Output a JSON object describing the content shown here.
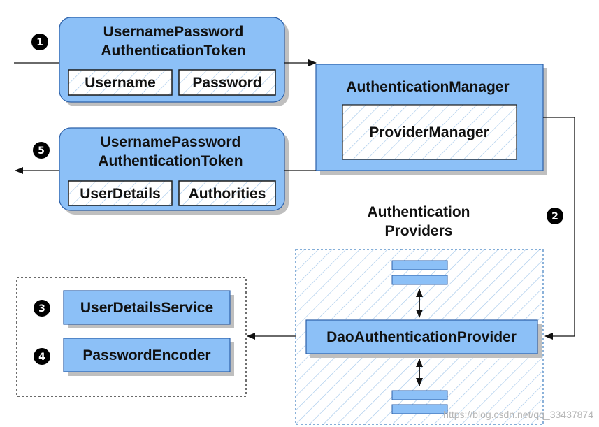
{
  "token_in": {
    "title_line1": "UsernamePassword",
    "title_line2": "AuthenticationToken",
    "field1": "Username",
    "field2": "Password",
    "step": "1"
  },
  "token_out": {
    "title_line1": "UsernamePassword",
    "title_line2": "AuthenticationToken",
    "field1": "UserDetails",
    "field2": "Authorities",
    "step": "5"
  },
  "manager": {
    "title": "AuthenticationManager",
    "inner": "ProviderManager"
  },
  "providers": {
    "label_line1": "Authentication",
    "label_line2": "Providers",
    "dao": "DaoAuthenticationProvider",
    "step": "2"
  },
  "services": {
    "user_details": "UserDetailsService",
    "user_details_step": "3",
    "password_encoder": "PasswordEncoder",
    "password_encoder_step": "4"
  },
  "watermark": "https://blog.csdn.net/qq_33437874",
  "colors": {
    "box_fill": "#8cc0f7",
    "box_stroke": "#2b5fa8",
    "hatch": "#9ec4ea",
    "shadow": "#bfbfbf"
  }
}
